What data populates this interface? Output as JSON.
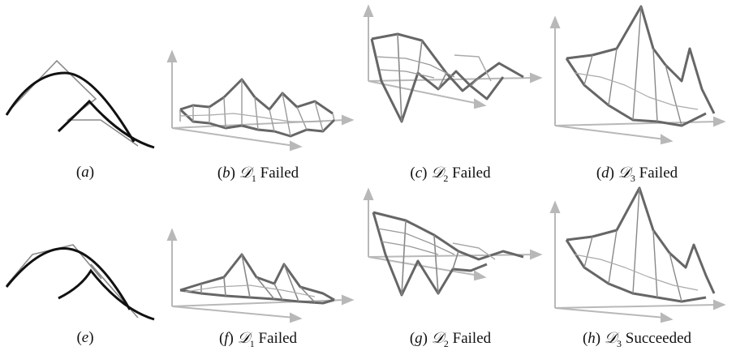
{
  "figure": {
    "panels": [
      {
        "id": "a",
        "letter": "a",
        "dataset": "",
        "sub": "",
        "status": ""
      },
      {
        "id": "b",
        "letter": "b",
        "dataset": "𝒟",
        "sub": "1",
        "status": "Failed"
      },
      {
        "id": "c",
        "letter": "c",
        "dataset": "𝒟",
        "sub": "2",
        "status": "Failed"
      },
      {
        "id": "d",
        "letter": "d",
        "dataset": "𝒟",
        "sub": "3",
        "status": "Failed"
      },
      {
        "id": "e",
        "letter": "e",
        "dataset": "",
        "sub": "",
        "status": ""
      },
      {
        "id": "f",
        "letter": "f",
        "dataset": "𝒟",
        "sub": "1",
        "status": "Failed"
      },
      {
        "id": "g",
        "letter": "g",
        "dataset": "𝒟",
        "sub": "2",
        "status": "Failed"
      },
      {
        "id": "h",
        "letter": "h",
        "dataset": "𝒟",
        "sub": "3",
        "status": "Succeeded"
      }
    ]
  },
  "colors": {
    "curve": "#111111",
    "control_polygon": "#8a8a8a",
    "mesh_dark": "#666666",
    "mesh_light": "#aaaaaa",
    "axis": "#b8b8b8"
  }
}
